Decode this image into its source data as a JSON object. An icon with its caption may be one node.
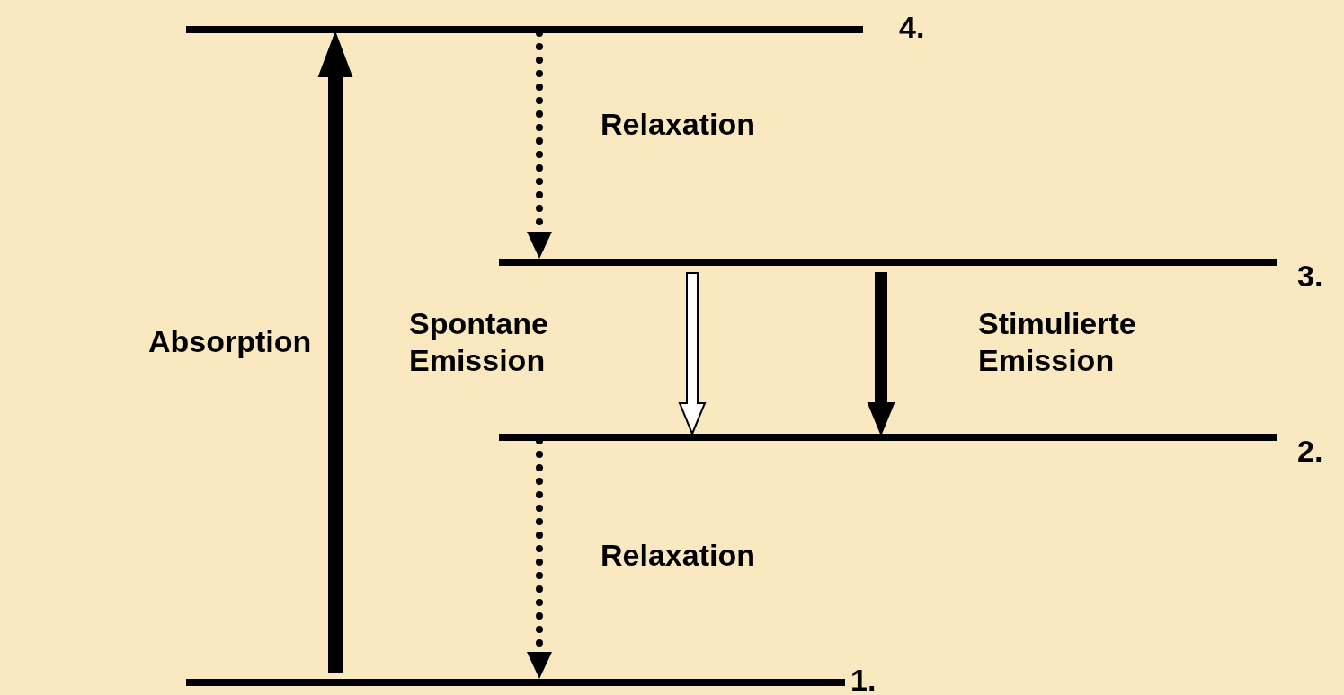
{
  "diagram": {
    "nodes": [
      {
        "text": [
          "4."
        ]
      },
      {
        "text": [
          "3."
        ]
      },
      {
        "text": [
          "2."
        ]
      },
      {
        "text": [
          "1."
        ]
      }
    ],
    "edges": [
      {
        "from": 3,
        "to": 0,
        "arrow": "to",
        "label": "Absorption"
      },
      {
        "from": 0,
        "to": 1,
        "arrow": "to",
        "label": "Relaxation",
        "style": "dashed"
      },
      {
        "from": 1,
        "to": 2,
        "arrow": "to",
        "label": "Spontane Emission",
        "color": "#ffffff"
      },
      {
        "from": 1,
        "to": 2,
        "arrow": "to",
        "label": "Stimulierte Emission"
      },
      {
        "from": 2,
        "to": 3,
        "arrow": "to",
        "label": "Relaxation",
        "style": "dashed"
      }
    ]
  }
}
